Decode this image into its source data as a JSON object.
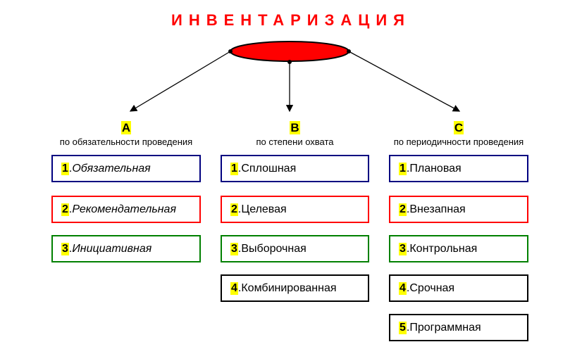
{
  "title": "ИНВЕНТАРИЗАЦИЯ",
  "colors": {
    "navy": "#000080",
    "red": "#ff0000",
    "green": "#008000",
    "black": "#000000",
    "highlight": "#ffff00"
  },
  "columns": [
    {
      "letter": "A",
      "subtitle": "по обязательности проведения",
      "items": [
        {
          "num": "1",
          "text": "Обязательная"
        },
        {
          "num": "2",
          "text": "Рекомендательная"
        },
        {
          "num": "3",
          "text": "Инициативная"
        }
      ]
    },
    {
      "letter": "B",
      "subtitle": "по степени охвата",
      "items": [
        {
          "num": "1",
          "text": "Сплошная"
        },
        {
          "num": "2",
          "text": "Целевая"
        },
        {
          "num": "3",
          "text": "Выборочная"
        },
        {
          "num": "4",
          "text": "Комбинированная"
        }
      ]
    },
    {
      "letter": "C",
      "subtitle": "по периодичности проведения",
      "items": [
        {
          "num": "1",
          "text": "Плановая"
        },
        {
          "num": "2",
          "text": "Внезапная"
        },
        {
          "num": "3",
          "text": "Контрольная"
        },
        {
          "num": "4",
          "text": "Срочная"
        },
        {
          "num": "5",
          "text": "Программная"
        }
      ]
    }
  ]
}
